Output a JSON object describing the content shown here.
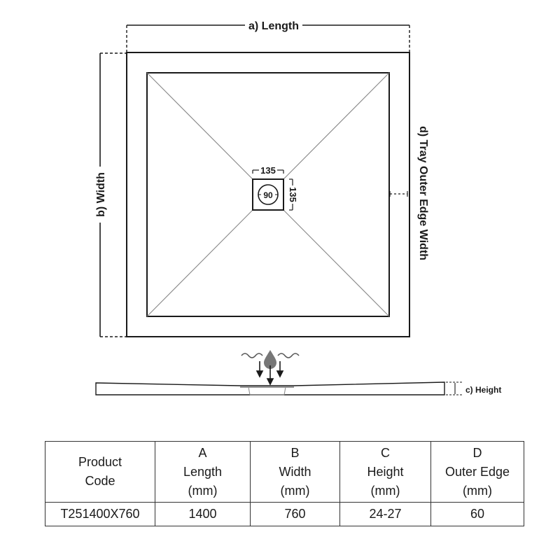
{
  "diagram": {
    "title": "Square shower tray dimension diagram",
    "labels": {
      "length": "a) Length",
      "width": "b) Width",
      "height": "c) Height",
      "outer_edge": "d) Tray Outer Edge Width",
      "drain_width": "135",
      "drain_height": "135",
      "drain_diameter": "90"
    },
    "icons": [
      "water-drop-icon",
      "wave-icon",
      "down-arrow-icon"
    ],
    "colors": {
      "line": "#1a1a1a",
      "diagonal": "#888888",
      "drop": "#777777"
    }
  },
  "table": {
    "header": [
      {
        "lines": [
          "Product",
          "Code"
        ]
      },
      {
        "lines": [
          "A",
          "Length",
          "(mm)"
        ]
      },
      {
        "lines": [
          "B",
          "Width",
          "(mm)"
        ]
      },
      {
        "lines": [
          "C",
          "Height",
          "(mm)"
        ]
      },
      {
        "lines": [
          "D",
          "Outer Edge",
          "(mm)"
        ]
      }
    ],
    "rows": [
      [
        "T251400X760",
        "1400",
        "760",
        "24-27",
        "60"
      ]
    ]
  }
}
